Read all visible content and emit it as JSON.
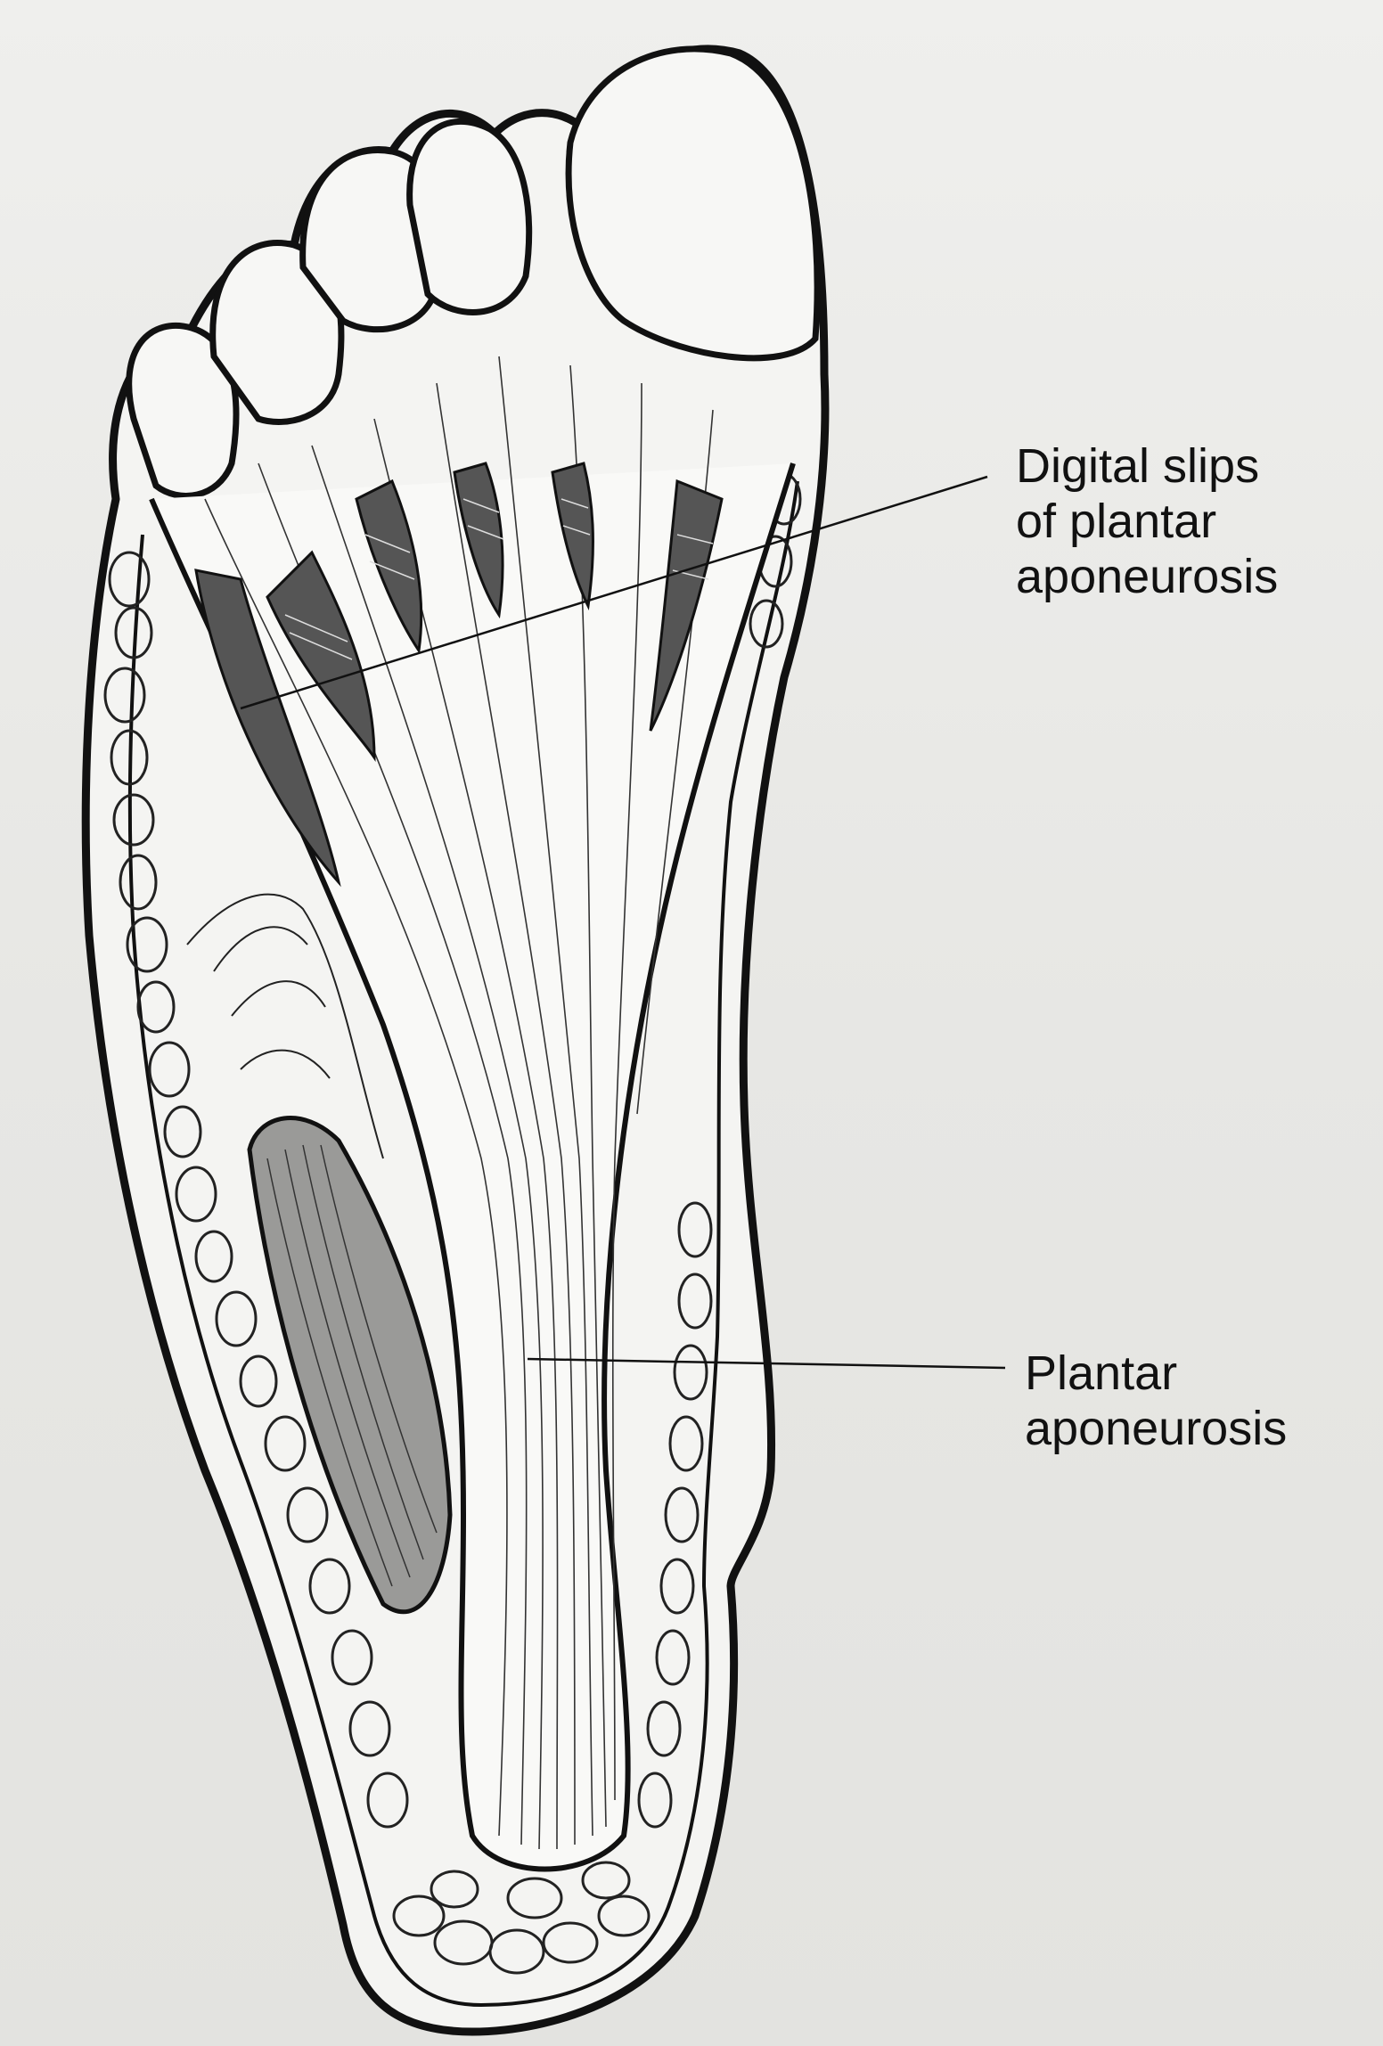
{
  "labels": {
    "digital_slips": {
      "line1": "Digital slips",
      "line2": "of plantar",
      "line3": "aponeurosis"
    },
    "plantar_aponeurosis": {
      "line1": "Plantar",
      "line2": "aponeurosis"
    }
  },
  "colors": {
    "ink": "#111111",
    "paper": "#e9e9e7"
  }
}
